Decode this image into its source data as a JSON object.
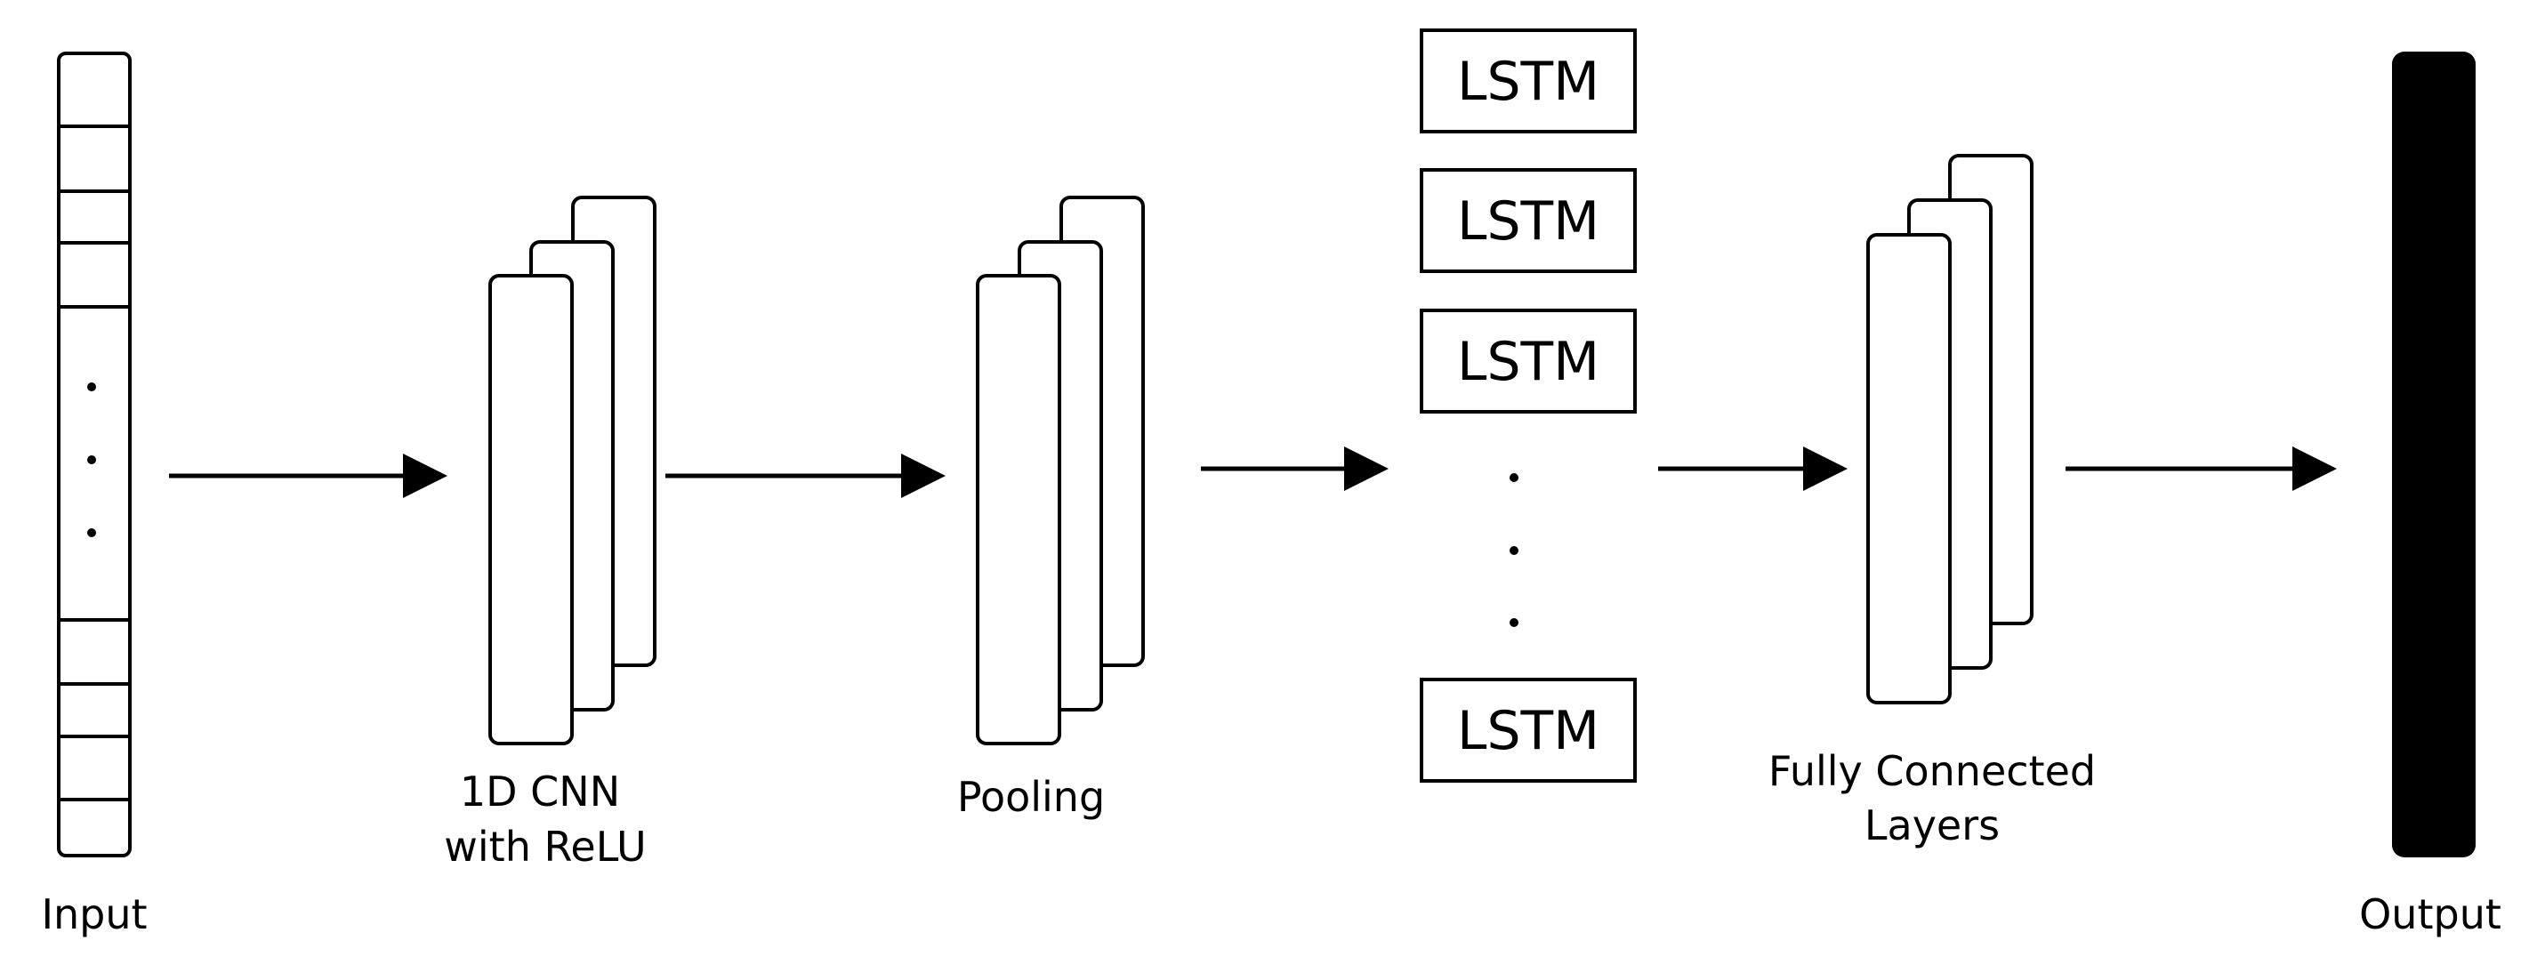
{
  "labels": {
    "input": "Input",
    "cnn_line1": "1D CNN",
    "cnn_line2": "with ReLU",
    "pooling": "Pooling",
    "fc_line1": "Fully Connected",
    "fc_line2": "Layers",
    "output": "Output"
  },
  "lstm": {
    "label": "LSTM",
    "blocks_before_ellipsis": 3,
    "blocks_after_ellipsis": 1
  },
  "colors": {
    "stroke": "#000000",
    "background": "#ffffff",
    "output_fill": "#000000"
  }
}
